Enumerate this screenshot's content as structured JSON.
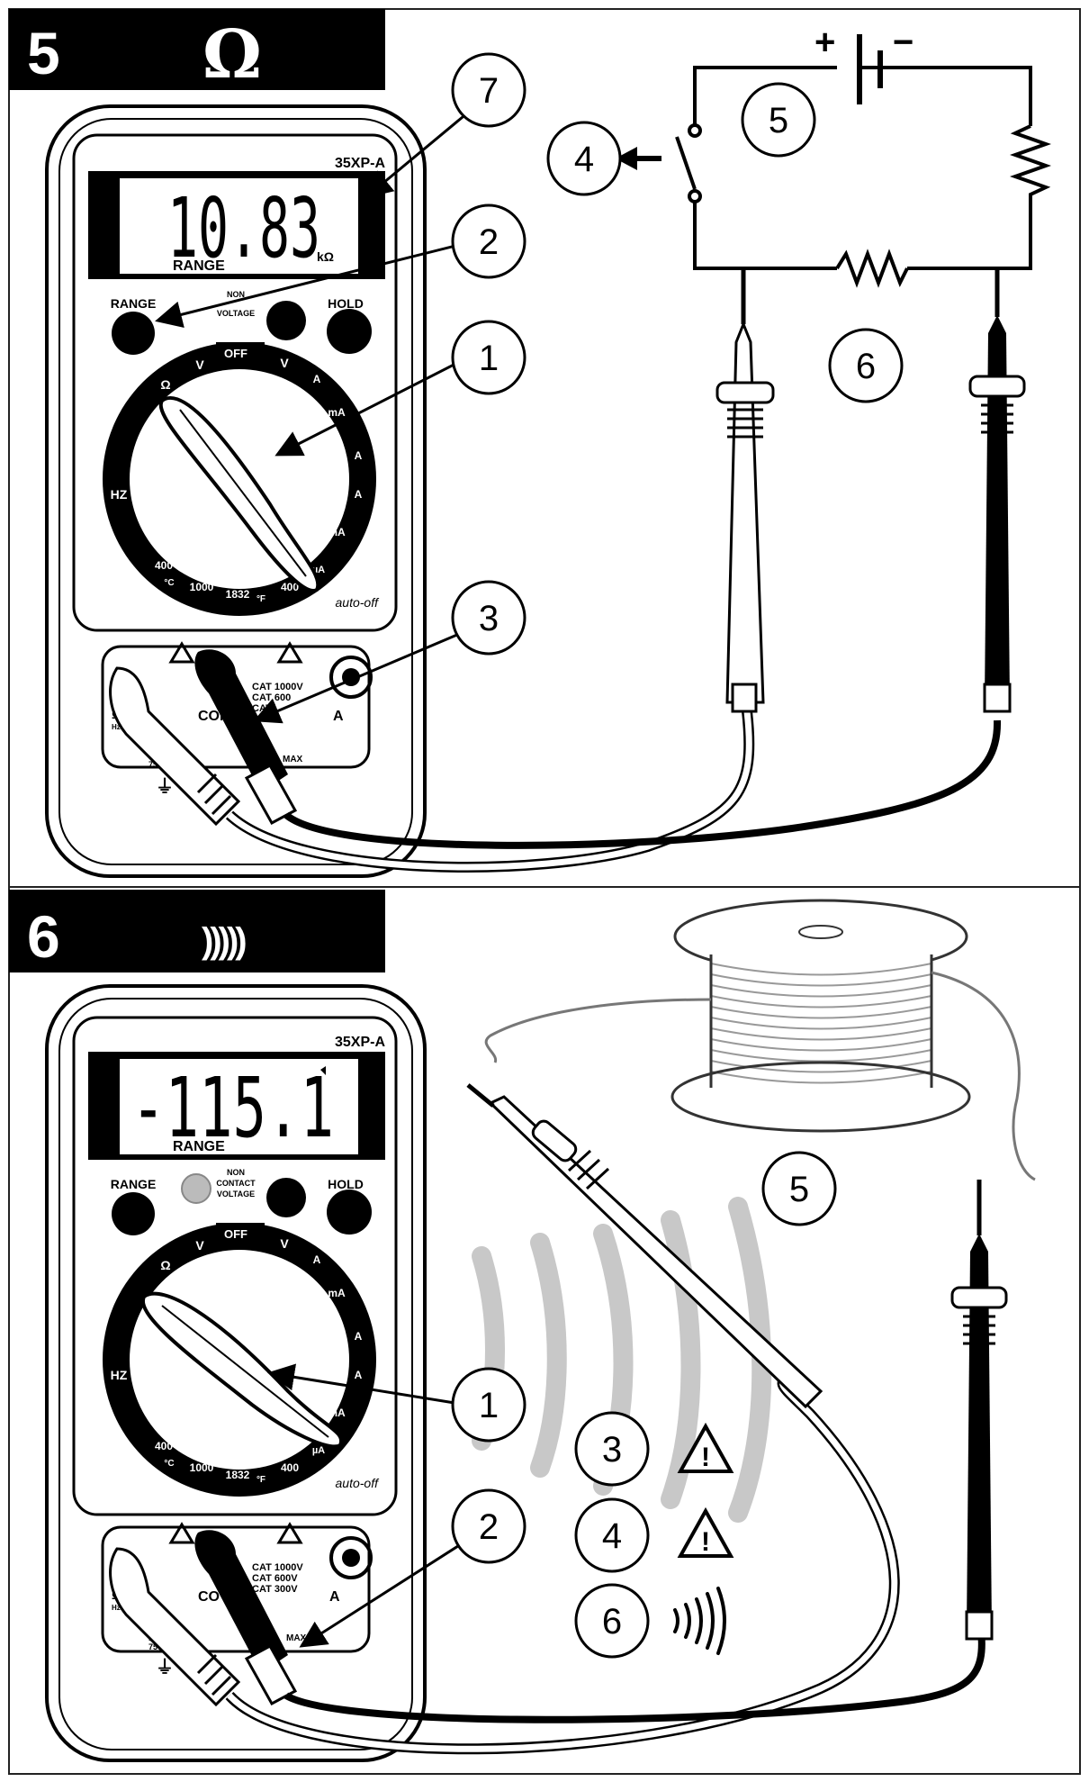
{
  "panels": [
    {
      "step": "5",
      "mode_symbol": "Ω",
      "meter": {
        "model": "35XP-A",
        "display_value": "10.83",
        "display_unit": "kΩ",
        "display_range": "RANGE",
        "range_button": "RANGE",
        "hold_button": "HOLD",
        "ncv_label_top": "NON",
        "ncv_label_bottom": "VOLTAGE",
        "off_label": "OFF",
        "auto_off": "auto-off",
        "dial_labels": [
          "V",
          "V",
          "A",
          "mA",
          "A",
          "A",
          "mA",
          "µA",
          "400",
          "1832",
          "1000",
          "400",
          "°C",
          "°F",
          "HZ",
          "Ω"
        ],
        "jack_com": "COM",
        "jack_a": "A",
        "jack_left": "ΩV",
        "jack_left_sub": "Hz Temp",
        "cat_lines": [
          "CAT 1000V",
          "CAT 600",
          "CAT"
        ],
        "fuse_lines": [
          "1000",
          "750V"
        ],
        "max_label": "MAX"
      },
      "callouts": [
        "7",
        "2",
        "1",
        "3",
        "4",
        "5",
        "6"
      ]
    },
    {
      "step": "6",
      "mode_symbol": ")))))",
      "meter": {
        "model": "35XP-A",
        "display_value": "-115.1",
        "display_range": "RANGE",
        "range_button": "RANGE",
        "hold_button": "HOLD",
        "ncv_label_top": "NON",
        "ncv_label_mid": "CONTACT",
        "ncv_label_bottom": "VOLTAGE",
        "off_label": "OFF",
        "auto_off": "auto-off",
        "dial_labels": [
          "V",
          "V",
          "A",
          "mA",
          "A",
          "A",
          "mA",
          "µA",
          "400",
          "1832",
          "1000",
          "400",
          "°C",
          "°F",
          "HZ",
          "Ω"
        ],
        "jack_com": "CO",
        "jack_a": "A",
        "jack_left": "ΩV",
        "jack_left_sub": "Hz Tem",
        "cat_lines": [
          "CAT 1000V",
          "CAT 600V",
          "CAT 300V"
        ],
        "fuse_lines": [
          "100",
          "750V"
        ],
        "max_label": "MAX"
      },
      "callouts": [
        "1",
        "2",
        "5",
        "3",
        "4",
        "6"
      ],
      "warning_symbol": "!"
    }
  ]
}
